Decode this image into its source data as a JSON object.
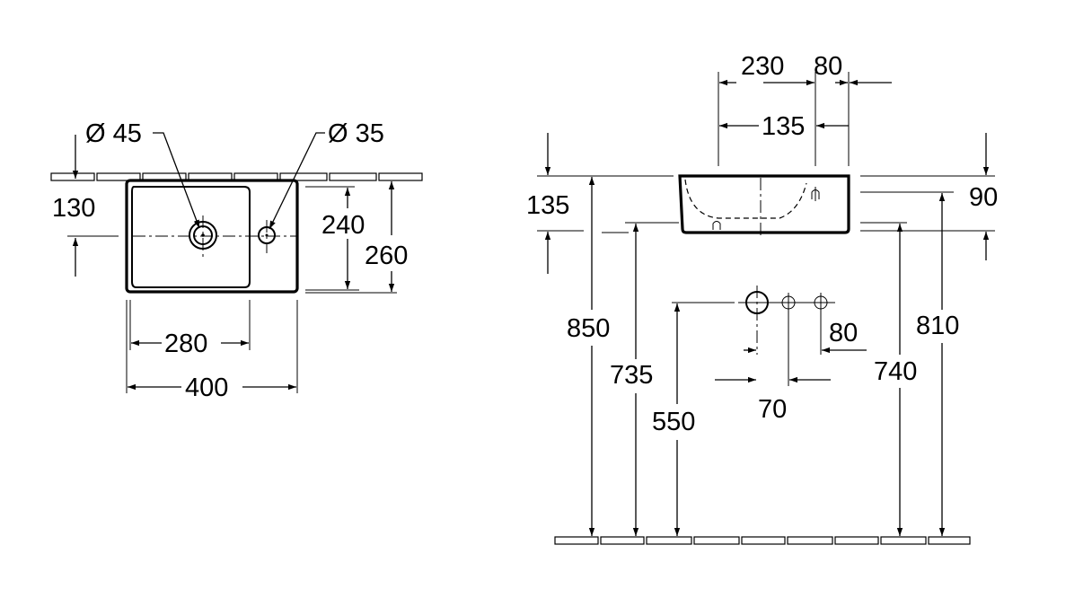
{
  "top_view": {
    "diameter_left": "Ø 45",
    "diameter_right": "Ø 35",
    "dim_130": "130",
    "dim_240": "240",
    "dim_260": "260",
    "dim_280": "280",
    "dim_400": "400"
  },
  "front_view": {
    "dim_230": "230",
    "dim_80_top": "80",
    "dim_135_top": "135",
    "dim_135_left": "135",
    "dim_90": "90",
    "dim_850": "850",
    "dim_735": "735",
    "dim_550": "550",
    "dim_80_mid": "80",
    "dim_70": "70",
    "dim_740": "740",
    "dim_810": "810"
  }
}
